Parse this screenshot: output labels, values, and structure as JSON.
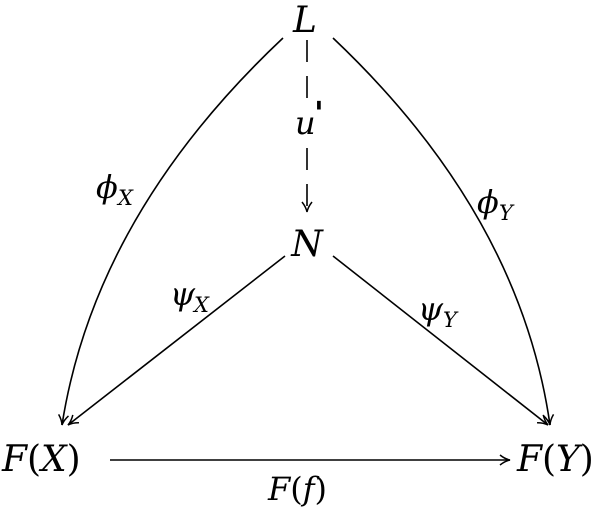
{
  "objects": {
    "L": "L",
    "N": "N",
    "FX": {
      "f": "F",
      "open": "(",
      "arg": "X",
      "close": ")"
    },
    "FY": {
      "f": "F",
      "open": "(",
      "arg": "Y",
      "close": ")"
    }
  },
  "morphisms": {
    "u": {
      "main": "u",
      "prime": "'"
    },
    "phi_X": {
      "main": "ϕ",
      "sub": "X"
    },
    "phi_Y": {
      "main": "ϕ",
      "sub": "Y"
    },
    "psi_X": {
      "main": "ψ",
      "sub": "X"
    },
    "psi_Y": {
      "main": "ψ",
      "sub": "Y"
    },
    "Ff": {
      "f": "F",
      "open": "(",
      "arg": "f",
      "close": ")"
    }
  }
}
